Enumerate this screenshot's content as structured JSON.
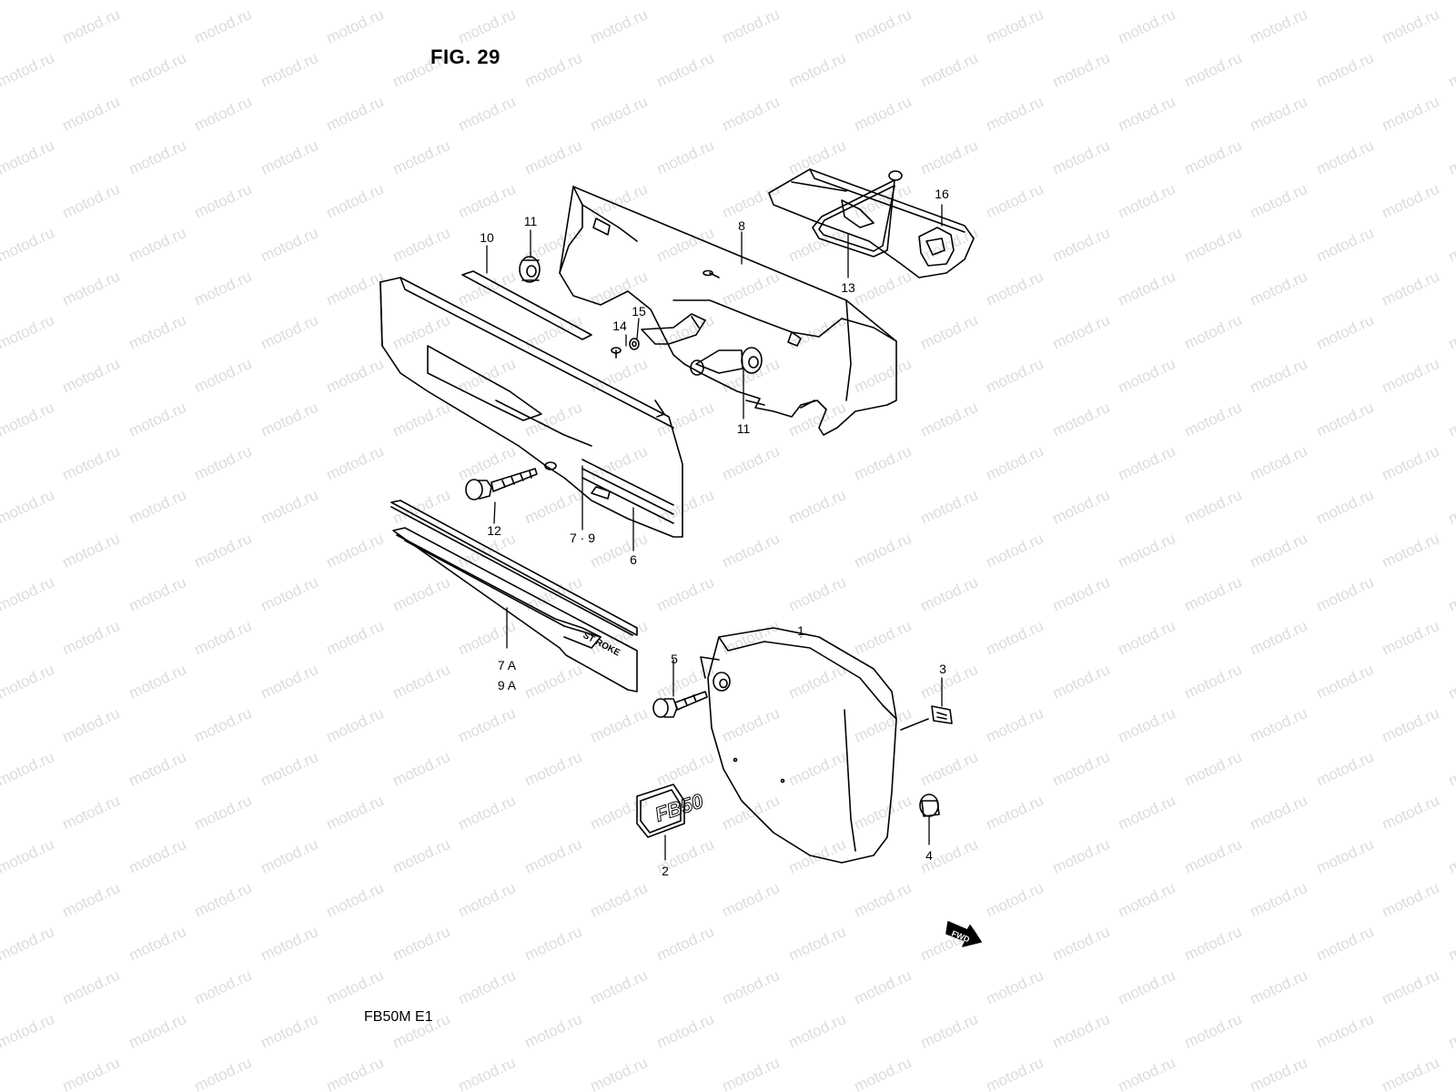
{
  "figure": {
    "title": "FIG. 29",
    "model_code": "FB50M E1"
  },
  "watermark": {
    "text": "motod.ru",
    "color": "#dcdcdc"
  },
  "callouts": [
    {
      "id": "c1",
      "label": "1"
    },
    {
      "id": "c2",
      "label": "2"
    },
    {
      "id": "c3",
      "label": "3"
    },
    {
      "id": "c4",
      "label": "4"
    },
    {
      "id": "c5",
      "label": "5"
    },
    {
      "id": "c6",
      "label": "6"
    },
    {
      "id": "c7_9",
      "label": "7 · 9"
    },
    {
      "id": "c7a",
      "label": "7 A"
    },
    {
      "id": "c9a",
      "label": "9 A"
    },
    {
      "id": "c8",
      "label": "8"
    },
    {
      "id": "c10",
      "label": "10"
    },
    {
      "id": "c11a",
      "label": "11"
    },
    {
      "id": "c11b",
      "label": "11"
    },
    {
      "id": "c12",
      "label": "12"
    },
    {
      "id": "c13",
      "label": "13"
    },
    {
      "id": "c14",
      "label": "14"
    },
    {
      "id": "c15",
      "label": "15"
    },
    {
      "id": "c16",
      "label": "16"
    }
  ],
  "emblem": {
    "text": "FB50"
  },
  "stripe_text": {
    "text": "ST ROKE"
  },
  "fwd_arrow": {
    "text": "FWD"
  },
  "colors": {
    "ink": "#000000",
    "paper": "#ffffff"
  }
}
